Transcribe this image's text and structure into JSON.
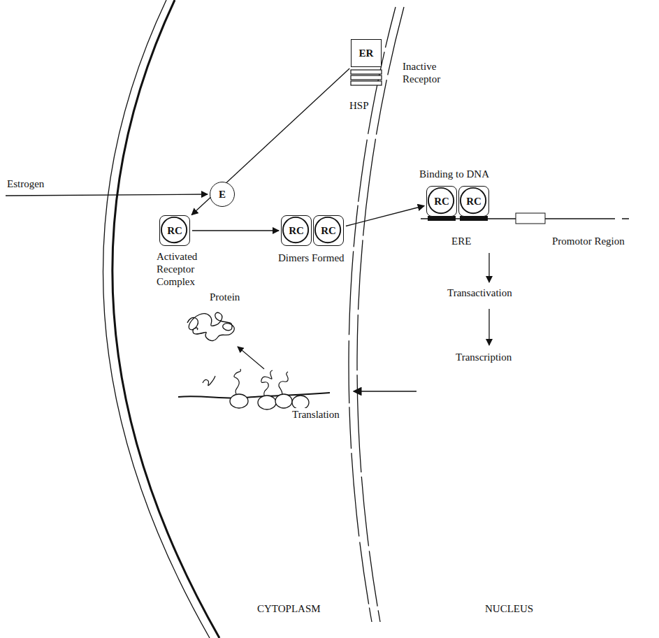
{
  "diagram": {
    "nodes": [
      {
        "text": [
          "ER"
        ]
      },
      {
        "text": [
          "E"
        ]
      },
      {
        "text": [
          "RC"
        ]
      },
      {
        "text": [
          "RC"
        ]
      },
      {
        "text": [
          "RC"
        ]
      },
      {
        "text": [
          "RC"
        ]
      },
      {
        "text": [
          "RC"
        ]
      }
    ],
    "edges": [
      {
        "from": 0,
        "to": 2,
        "arrow": "to"
      },
      {
        "from": 2,
        "to": 3,
        "arrow": "to"
      },
      {
        "from": 4,
        "to": 5,
        "arrow": "to"
      }
    ],
    "labels": [
      "Estrogen",
      "Inactive Receptor",
      "HSP",
      "Activated Receptor Complex",
      "Dimers Formed",
      "Binding to DNA",
      "ERE",
      "Promotor Region",
      "Transactivation",
      "Transcription",
      "Translation",
      "Protein",
      "CYTOPLASM",
      "NUCLEUS"
    ]
  }
}
